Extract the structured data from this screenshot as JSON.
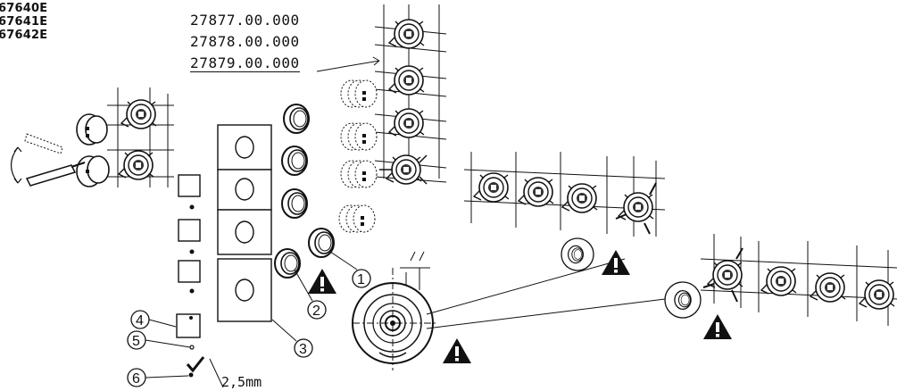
{
  "model_numbers": [
    "67640E",
    "67641E",
    "67642E"
  ],
  "part_numbers": [
    "27877.00.000",
    "27878.00.000",
    "27879.00.000"
  ],
  "callouts": [
    "1",
    "2",
    "3",
    "4",
    "5",
    "6"
  ],
  "dimension_label": "2,5mm",
  "warning_symbol": "warning-triangle-icon"
}
